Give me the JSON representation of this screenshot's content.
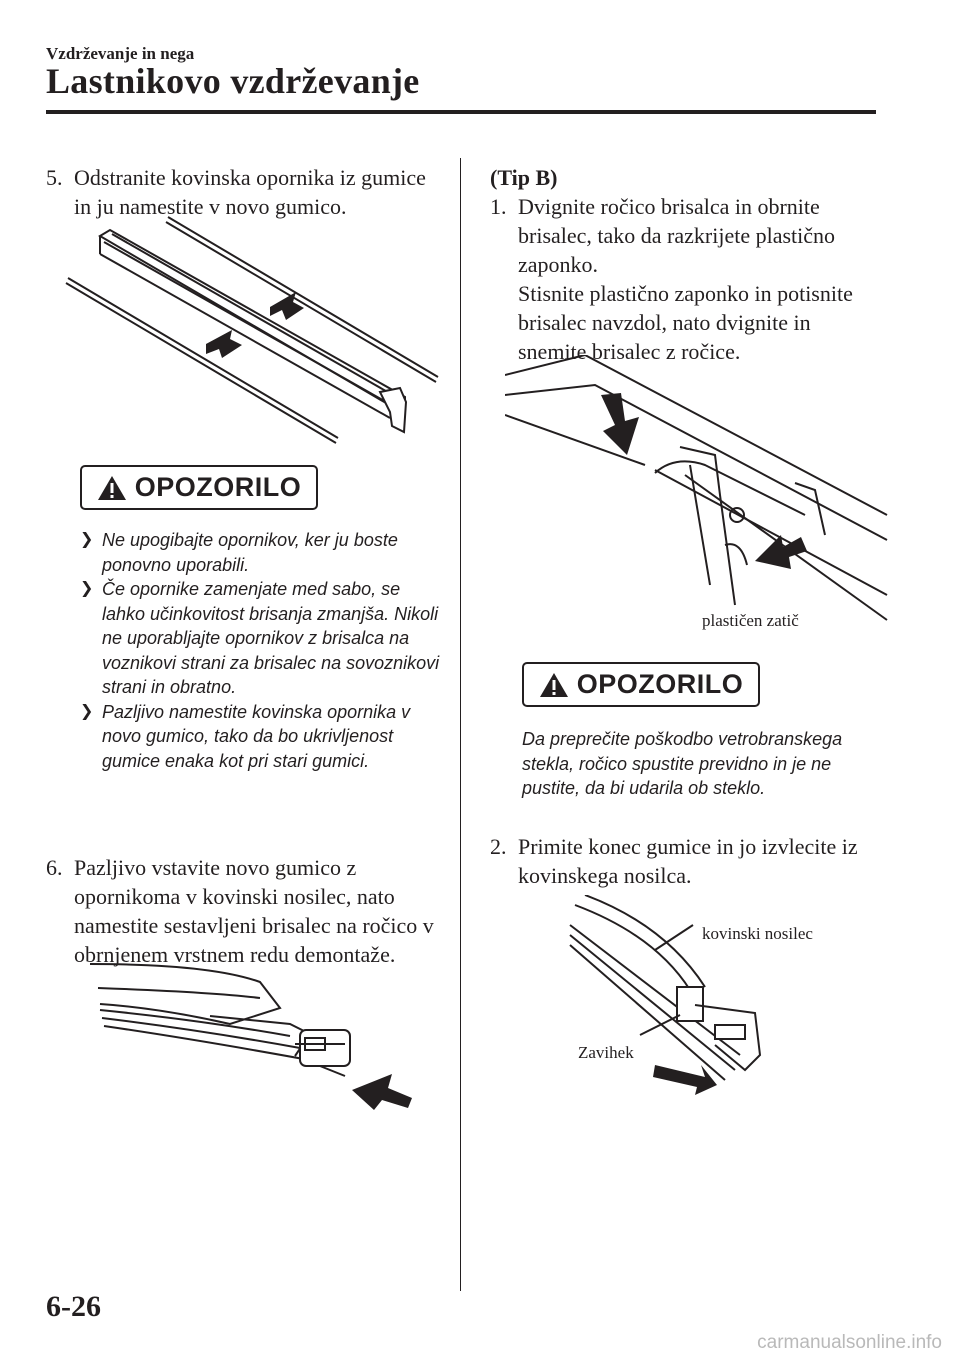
{
  "header": {
    "section": "Vzdrževanje in nega",
    "title": "Lastnikovo vzdrževanje"
  },
  "left": {
    "step5": {
      "num": "5.",
      "text": "Odstranite kovinska opornika iz gumice in ju namestite v novo gumico."
    },
    "warning": {
      "label": "OPOZORILO",
      "bullets": [
        "Ne upogibajte opornikov, ker ju boste ponovno uporabili.",
        "Če opornike zamenjate med sabo, se lahko učinkovitost brisanja zmanjša. Nikoli ne uporabljajte opornikov z brisalca na voznikovi strani za brisalec na sovoznikovi strani in obratno.",
        "Pazljivo namestite kovinska opornika v novo gumico, tako da bo ukrivljenost gumice enaka kot pri stari gumici."
      ]
    },
    "step6": {
      "num": "6.",
      "text": "Pazljivo vstavite novo gumico z opornikoma v kovinski nosilec, nato namestite sestavljeni brisalec na ročico v obrnjenem vrstnem redu demontaže."
    }
  },
  "right": {
    "tip": "(Tip B)",
    "step1": {
      "num": "1.",
      "text": "Dvignite ročico brisalca in obrnite brisalec, tako da razkrijete plastično zaponko.",
      "text2": "Stisnite plastično zaponko in potisnite brisalec navzdol, nato dvignite in snemite brisalec z ročice."
    },
    "figure1_label": "plastičen zatič",
    "warning": {
      "label": "OPOZORILO",
      "text": "Da preprečite poškodbo vetrobranskega stekla, ročico spustite previdno in je ne pustite, da bi udarila ob steklo."
    },
    "step2": {
      "num": "2.",
      "text": "Primite konec gumice in jo izvlecite iz kovinskega nosilca."
    },
    "figure2_labels": {
      "holder": "kovinski nosilec",
      "tab": "Zavihek"
    }
  },
  "footer": {
    "page": "6-26",
    "watermark": "carmanualsonline.info"
  },
  "icons": {
    "warning": "warning-triangle-icon",
    "arrow": "direction-arrow-icon",
    "bullet": "triangle-bullet-icon"
  }
}
